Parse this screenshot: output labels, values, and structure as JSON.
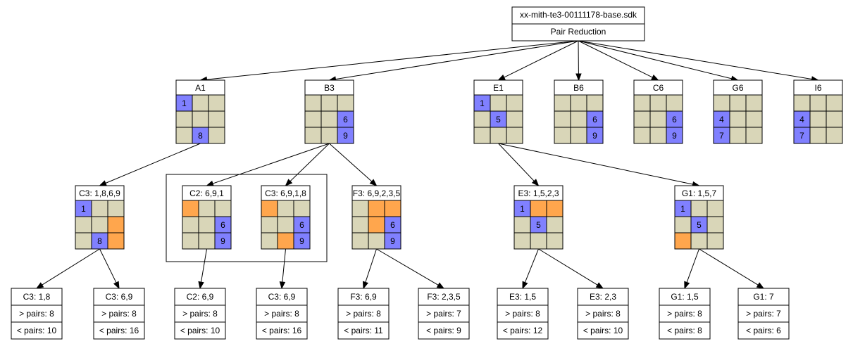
{
  "root": {
    "file": "xx-mith-te3-00111178-base.sdk",
    "method": "Pair Reduction"
  },
  "grids": [
    {
      "id": "A1",
      "title": "A1",
      "cells": [
        [
          "b1",
          "e",
          "e"
        ],
        [
          "e",
          "e",
          "e"
        ],
        [
          "e",
          "b8",
          "e"
        ]
      ]
    },
    {
      "id": "B3",
      "title": "B3",
      "cells": [
        [
          "e",
          "e",
          "e"
        ],
        [
          "e",
          "e",
          "b6"
        ],
        [
          "e",
          "e",
          "b9"
        ]
      ]
    },
    {
      "id": "E1",
      "title": "E1",
      "cells": [
        [
          "b1",
          "e",
          "e"
        ],
        [
          "e",
          "b5",
          "e"
        ],
        [
          "e",
          "e",
          "e"
        ]
      ]
    },
    {
      "id": "B6",
      "title": "B6",
      "cells": [
        [
          "e",
          "e",
          "e"
        ],
        [
          "e",
          "e",
          "b6"
        ],
        [
          "e",
          "e",
          "b9"
        ]
      ]
    },
    {
      "id": "C6",
      "title": "C6",
      "cells": [
        [
          "e",
          "e",
          "e"
        ],
        [
          "e",
          "e",
          "b6"
        ],
        [
          "e",
          "e",
          "b9"
        ]
      ]
    },
    {
      "id": "G6",
      "title": "G6",
      "cells": [
        [
          "e",
          "e",
          "e"
        ],
        [
          "b4",
          "e",
          "e"
        ],
        [
          "b7",
          "e",
          "e"
        ]
      ]
    },
    {
      "id": "I6",
      "title": "I6",
      "cells": [
        [
          "e",
          "e",
          "e"
        ],
        [
          "b4",
          "e",
          "e"
        ],
        [
          "b7",
          "e",
          "e"
        ]
      ]
    },
    {
      "id": "C3a",
      "title": "C3: 1,8,6,9",
      "cells": [
        [
          "b1",
          "e",
          "e"
        ],
        [
          "e",
          "e",
          "o"
        ],
        [
          "e",
          "b8",
          "o"
        ]
      ]
    },
    {
      "id": "C2",
      "title": "C2: 6,9,1",
      "cells": [
        [
          "o",
          "e",
          "e"
        ],
        [
          "e",
          "e",
          "b6"
        ],
        [
          "e",
          "e",
          "b9"
        ]
      ]
    },
    {
      "id": "C3b",
      "title": "C3: 6,9,1,8",
      "cells": [
        [
          "o",
          "e",
          "e"
        ],
        [
          "e",
          "e",
          "b6"
        ],
        [
          "e",
          "o",
          "b9"
        ]
      ]
    },
    {
      "id": "F3",
      "title": "F3: 6,9,2,3,5",
      "cells": [
        [
          "e",
          "o",
          "o"
        ],
        [
          "e",
          "o",
          "b6"
        ],
        [
          "e",
          "e",
          "b9"
        ]
      ]
    },
    {
      "id": "E3",
      "title": "E3: 1,5,2,3",
      "cells": [
        [
          "b1",
          "o",
          "o"
        ],
        [
          "e",
          "b5",
          "e"
        ],
        [
          "e",
          "e",
          "e"
        ]
      ]
    },
    {
      "id": "G1",
      "title": "G1: 1,5,7",
      "cells": [
        [
          "b1",
          "e",
          "e"
        ],
        [
          "e",
          "b5",
          "e"
        ],
        [
          "o",
          "e",
          "e"
        ]
      ]
    }
  ],
  "leaves": [
    {
      "id": "L1",
      "title": "C3: 1,8",
      "gt": "> pairs: 8",
      "lt": "< pairs: 10"
    },
    {
      "id": "L2",
      "title": "C3: 6,9",
      "gt": "> pairs: 8",
      "lt": "< pairs: 16"
    },
    {
      "id": "L3",
      "title": "C2: 6,9",
      "gt": "> pairs: 8",
      "lt": "< pairs: 10"
    },
    {
      "id": "L4",
      "title": "C3: 6,9",
      "gt": "> pairs: 8",
      "lt": "< pairs: 16"
    },
    {
      "id": "L5",
      "title": "F3: 6,9",
      "gt": "> pairs: 8",
      "lt": "< pairs: 11"
    },
    {
      "id": "L6",
      "title": "F3: 2,3,5",
      "gt": "> pairs: 7",
      "lt": "< pairs: 9"
    },
    {
      "id": "L7",
      "title": "E3: 1,5",
      "gt": "> pairs: 8",
      "lt": "< pairs: 12"
    },
    {
      "id": "L8",
      "title": "E3: 2,3",
      "gt": "> pairs: 8",
      "lt": "< pairs: 10"
    },
    {
      "id": "L9",
      "title": "G1: 1,5",
      "gt": "> pairs: 8",
      "lt": "< pairs: 8"
    },
    {
      "id": "L10",
      "title": "G1: 7",
      "gt": "> pairs: 7",
      "lt": "< pairs: 6"
    }
  ],
  "edges": [
    [
      "root",
      "A1"
    ],
    [
      "root",
      "B3"
    ],
    [
      "root",
      "E1"
    ],
    [
      "root",
      "B6"
    ],
    [
      "root",
      "C6"
    ],
    [
      "root",
      "G6"
    ],
    [
      "root",
      "I6"
    ],
    [
      "A1",
      "C3a"
    ],
    [
      "B3",
      "C2"
    ],
    [
      "B3",
      "C3b"
    ],
    [
      "B3",
      "F3"
    ],
    [
      "E1",
      "E3"
    ],
    [
      "E1",
      "G1"
    ],
    [
      "C3a",
      "L1"
    ],
    [
      "C3a",
      "L2"
    ],
    [
      "C2",
      "L3"
    ],
    [
      "C3b",
      "L4"
    ],
    [
      "F3",
      "L5"
    ],
    [
      "F3",
      "L6"
    ],
    [
      "E3",
      "L7"
    ],
    [
      "E3",
      "L8"
    ],
    [
      "G1",
      "L9"
    ],
    [
      "G1",
      "L10"
    ]
  ],
  "colors": {
    "empty": "#d9d6b8",
    "blue": "#8080ff",
    "orange": "#ffa64d"
  }
}
